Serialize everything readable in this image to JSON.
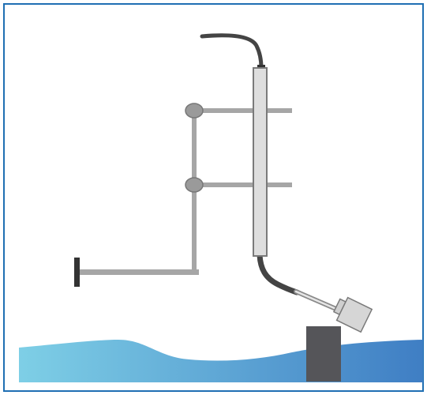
{
  "diagram": {
    "colors": {
      "border": "#1f6fb3",
      "background": "#ffffff",
      "bracket": "#a6a6a6",
      "clamp_knob": "#9a9a9a",
      "tube_fill": "#dedede",
      "tube_stroke": "#7a7a7a",
      "cable": "#444444",
      "wall_plate": "#333333",
      "sensor_head": "#d6d6d6",
      "post": "#555559",
      "water_left": "#7ecfe6",
      "water_right": "#3f7ec4"
    },
    "components": [
      "cable",
      "mounting-bracket",
      "wall-mount-plate",
      "clamp-knob",
      "clamp-knob",
      "sensor-tube",
      "flexible-conduit",
      "sensor-head",
      "water-surface",
      "support-post"
    ]
  }
}
